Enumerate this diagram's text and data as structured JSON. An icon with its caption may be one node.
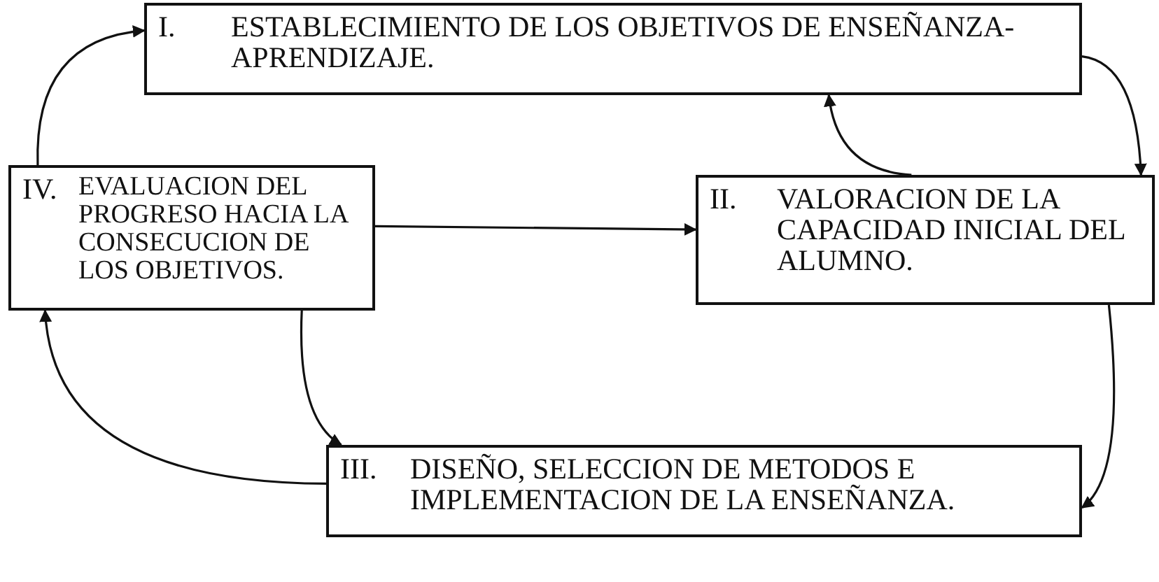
{
  "diagram": {
    "nodes": [
      {
        "text": [
          "I.",
          "ESTABLECIMIENTO DE LOS OBJETIVOS DE ENSEÑANZA-APRENDIZAJE."
        ]
      },
      {
        "text": [
          "II.",
          "VALORACION DE LA CAPACIDAD INICIAL DEL ALUMNO."
        ]
      },
      {
        "text": [
          "III.",
          "DISEÑO, SELECCION DE METODOS E IMPLEMENTACION DE LA ENSEÑANZA."
        ]
      },
      {
        "text": [
          "IV.",
          "EVALUACION DEL PROGRESO HACIA LA CONSECUCION DE LOS OBJETIVOS."
        ]
      }
    ],
    "edges": [
      {
        "from": 0,
        "to": 1,
        "arrow": "to"
      },
      {
        "from": 1,
        "to": 0,
        "arrow": "to"
      },
      {
        "from": 1,
        "to": 2,
        "arrow": "to"
      },
      {
        "from": 3,
        "to": 2,
        "arrow": "to"
      },
      {
        "from": 2,
        "to": 3,
        "arrow": "to"
      },
      {
        "from": 3,
        "to": 0,
        "arrow": "to"
      },
      {
        "from": 3,
        "to": 1,
        "arrow": "to"
      }
    ]
  }
}
